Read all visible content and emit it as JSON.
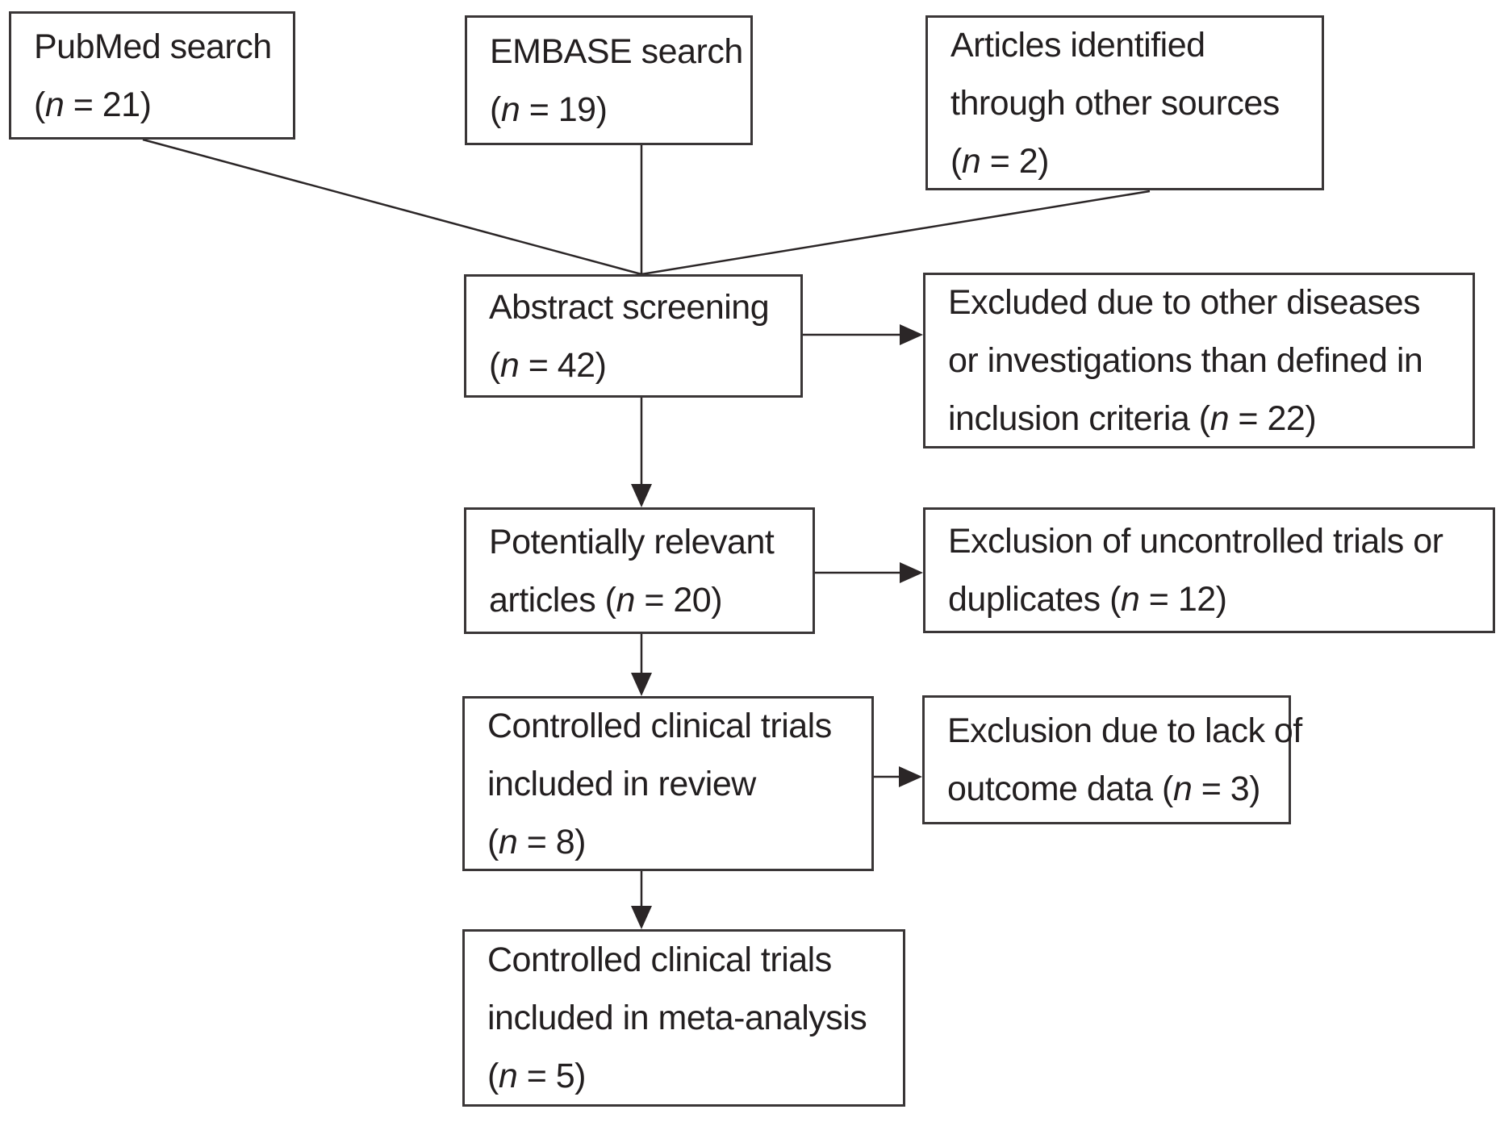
{
  "diagram": {
    "title": "Study selection flow diagram",
    "colors": {
      "background": "#ffffff",
      "box_border": "#3a3637",
      "text": "#231f20",
      "connector": "#2b2627"
    },
    "boxes": [
      {
        "name": "pubmed-search",
        "lines": [
          [
            {
              "t": "PubMed search"
            }
          ],
          [
            {
              "t": "("
            },
            {
              "t": "n",
              "i": true
            },
            {
              "t": " = 21)"
            }
          ]
        ]
      },
      {
        "name": "embase-search",
        "lines": [
          [
            {
              "t": "EMBASE search"
            }
          ],
          [
            {
              "t": "("
            },
            {
              "t": "n",
              "i": true
            },
            {
              "t": " = 19)"
            }
          ]
        ]
      },
      {
        "name": "articles-other-sources",
        "lines": [
          [
            {
              "t": "Articles identified"
            }
          ],
          [
            {
              "t": "through other sources"
            }
          ],
          [
            {
              "t": "("
            },
            {
              "t": "n",
              "i": true
            },
            {
              "t": " = 2)"
            }
          ]
        ]
      },
      {
        "name": "abstract-screening",
        "lines": [
          [
            {
              "t": "Abstract screening"
            }
          ],
          [
            {
              "t": "("
            },
            {
              "t": "n",
              "i": true
            },
            {
              "t": " = 42)"
            }
          ]
        ]
      },
      {
        "name": "excluded-other-diseases",
        "lines": [
          [
            {
              "t": "Excluded due to other diseases"
            }
          ],
          [
            {
              "t": "or investigations than defined in"
            }
          ],
          [
            {
              "t": "inclusion criteria ("
            },
            {
              "t": "n",
              "i": true
            },
            {
              "t": " = 22)"
            }
          ]
        ]
      },
      {
        "name": "potentially-relevant-articles",
        "lines": [
          [
            {
              "t": "Potentially relevant"
            }
          ],
          [
            {
              "t": "articles ("
            },
            {
              "t": "n",
              "i": true
            },
            {
              "t": " = 20)"
            }
          ]
        ]
      },
      {
        "name": "exclusion-uncontrolled-duplicates",
        "lines": [
          [
            {
              "t": "Exclusion of uncontrolled trials or"
            }
          ],
          [
            {
              "t": "duplicates ("
            },
            {
              "t": "n",
              "i": true
            },
            {
              "t": " = 12)"
            }
          ]
        ]
      },
      {
        "name": "trials-included-review",
        "lines": [
          [
            {
              "t": "Controlled clinical trials"
            }
          ],
          [
            {
              "t": "included in review"
            }
          ],
          [
            {
              "t": "("
            },
            {
              "t": "n",
              "i": true
            },
            {
              "t": " = 8)"
            }
          ]
        ]
      },
      {
        "name": "exclusion-lack-outcome",
        "lines": [
          [
            {
              "t": "Exclusion due to lack of"
            }
          ],
          [
            {
              "t": "outcome data ("
            },
            {
              "t": "n",
              "i": true
            },
            {
              "t": " = 3)"
            }
          ]
        ]
      },
      {
        "name": "trials-included-meta-analysis",
        "lines": [
          [
            {
              "t": "Controlled clinical trials"
            }
          ],
          [
            {
              "t": "included in meta-analysis"
            }
          ],
          [
            {
              "t": "("
            },
            {
              "t": "n",
              "i": true
            },
            {
              "t": " = 5)"
            }
          ]
        ]
      }
    ]
  }
}
